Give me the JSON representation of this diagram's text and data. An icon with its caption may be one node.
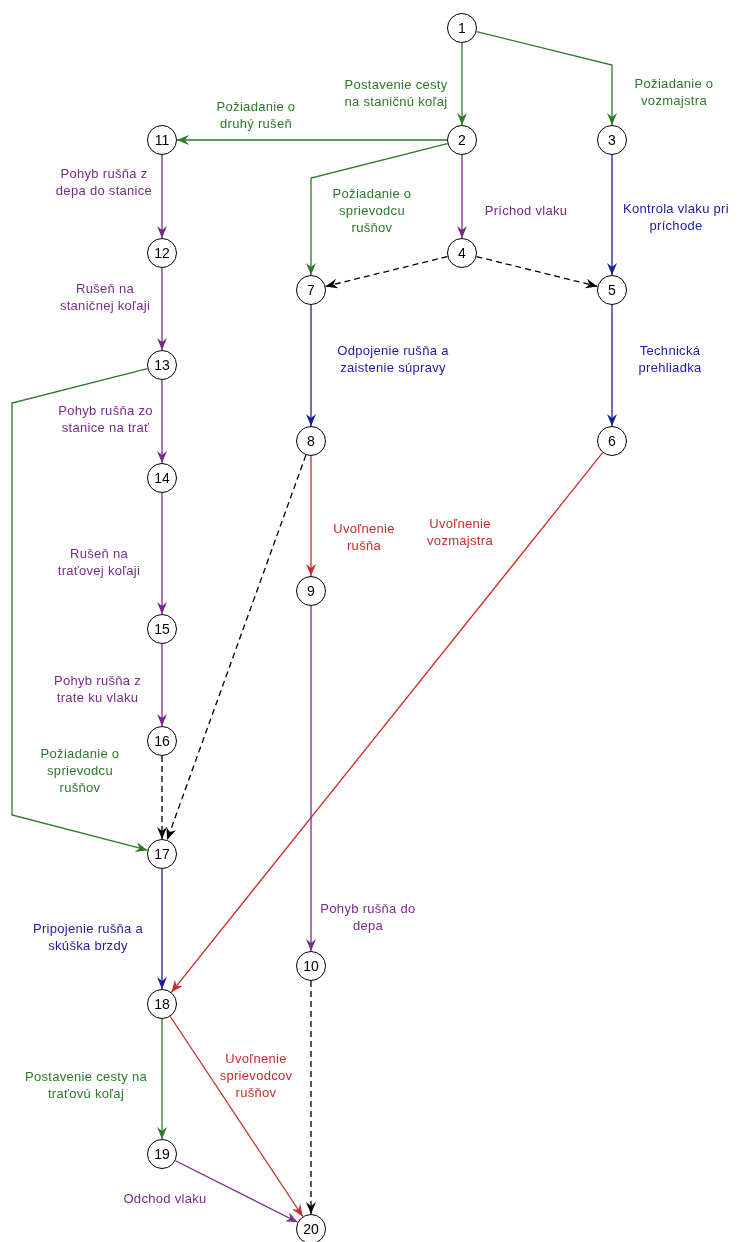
{
  "diagram": {
    "nodes": [
      {
        "text": [
          "1"
        ]
      },
      {
        "text": [
          "2"
        ]
      },
      {
        "text": [
          "3"
        ]
      },
      {
        "text": [
          "4"
        ]
      },
      {
        "text": [
          "5"
        ]
      },
      {
        "text": [
          "6"
        ]
      },
      {
        "text": [
          "7"
        ]
      },
      {
        "text": [
          "8"
        ]
      },
      {
        "text": [
          "9"
        ]
      },
      {
        "text": [
          "10"
        ]
      },
      {
        "text": [
          "11"
        ]
      },
      {
        "text": [
          "12"
        ]
      },
      {
        "text": [
          "13"
        ]
      },
      {
        "text": [
          "14"
        ]
      },
      {
        "text": [
          "15"
        ]
      },
      {
        "text": [
          "16"
        ]
      },
      {
        "text": [
          "17"
        ]
      },
      {
        "text": [
          "18"
        ]
      },
      {
        "text": [
          "19"
        ]
      },
      {
        "text": [
          "20"
        ]
      }
    ],
    "edges": [
      {
        "from": 0,
        "to": 1,
        "arrow": "to",
        "label": "Postavenie cesty na staničnú koľaj",
        "color": "#2a7a2a"
      },
      {
        "from": 0,
        "to": 2,
        "arrow": "to",
        "label": "Požiadanie o vozmajstra",
        "color": "#2a7a2a"
      },
      {
        "from": 1,
        "to": 10,
        "arrow": "to",
        "label": "Požiadanie o druhý rušeň",
        "color": "#2a7a2a"
      },
      {
        "from": 1,
        "to": 6,
        "arrow": "to",
        "label": "Požiadanie o sprievodcu rušňov",
        "color": "#2a7a2a"
      },
      {
        "from": 1,
        "to": 3,
        "arrow": "to",
        "label": "Príchod vlaku",
        "color": "#7a2a8a"
      },
      {
        "from": 2,
        "to": 4,
        "arrow": "to",
        "label": "Kontrola vlaku pri príchode",
        "color": "#1c1ca0"
      },
      {
        "from": 3,
        "to": 6,
        "arrow": "to",
        "style": "dashed",
        "color": "#000000"
      },
      {
        "from": 3,
        "to": 4,
        "arrow": "to",
        "style": "dashed",
        "color": "#000000"
      },
      {
        "from": 10,
        "to": 11,
        "arrow": "to",
        "label": "Pohyb rušňa z depa do stanice",
        "color": "#7a2a8a"
      },
      {
        "from": 11,
        "to": 12,
        "arrow": "to",
        "label": "Rušeň na staničnej koľaji",
        "color": "#7a2a8a"
      },
      {
        "from": 12,
        "to": 13,
        "arrow": "to",
        "label": "Pohyb rušňa zo stanice na trať",
        "color": "#7a2a8a"
      },
      {
        "from": 12,
        "to": 16,
        "arrow": "to",
        "label": "Požiadanie o sprievodcu rušňov",
        "color": "#2a7a2a"
      },
      {
        "from": 6,
        "to": 7,
        "arrow": "to",
        "label": "Odpojenie rušňa a zaistenie súpravy",
        "color": "#1c1ca0"
      },
      {
        "from": 4,
        "to": 5,
        "arrow": "to",
        "label": "Technická prehliadka",
        "color": "#1c1ca0"
      },
      {
        "from": 7,
        "to": 8,
        "arrow": "to",
        "label": "Uvoľnenie rušňa",
        "color": "#cc2a2a"
      },
      {
        "from": 7,
        "to": 16,
        "arrow": "to",
        "style": "dashed",
        "color": "#000000"
      },
      {
        "from": 5,
        "to": 17,
        "arrow": "to",
        "label": "Uvoľnenie vozmajstra",
        "color": "#cc2a2a"
      },
      {
        "from": 13,
        "to": 14,
        "arrow": "to",
        "label": "Rušeň na traťovej koľaji",
        "color": "#7a2a8a"
      },
      {
        "from": 8,
        "to": 9,
        "arrow": "to",
        "label": "Pohyb rušňa do depa",
        "color": "#7a2a8a"
      },
      {
        "from": 14,
        "to": 15,
        "arrow": "to",
        "label": "Pohyb rušňa z trate ku vlaku",
        "color": "#7a2a8a"
      },
      {
        "from": 15,
        "to": 16,
        "arrow": "to",
        "style": "dashed",
        "color": "#000000"
      },
      {
        "from": 16,
        "to": 17,
        "arrow": "to",
        "label": "Pripojenie rušňa a skúška brzdy",
        "color": "#1c1ca0"
      },
      {
        "from": 9,
        "to": 19,
        "arrow": "to",
        "style": "dashed",
        "color": "#000000"
      },
      {
        "from": 17,
        "to": 18,
        "arrow": "to",
        "label": "Postavenie cesty na traťovú koľaj",
        "color": "#2a7a2a"
      },
      {
        "from": 17,
        "to": 19,
        "arrow": "to",
        "label": "Uvoľnenie sprievodcov rušňov",
        "color": "#cc2a2a"
      },
      {
        "from": 18,
        "to": 19,
        "arrow": "to",
        "label": "Odchod vlaku",
        "color": "#7a2a8a"
      }
    ]
  }
}
